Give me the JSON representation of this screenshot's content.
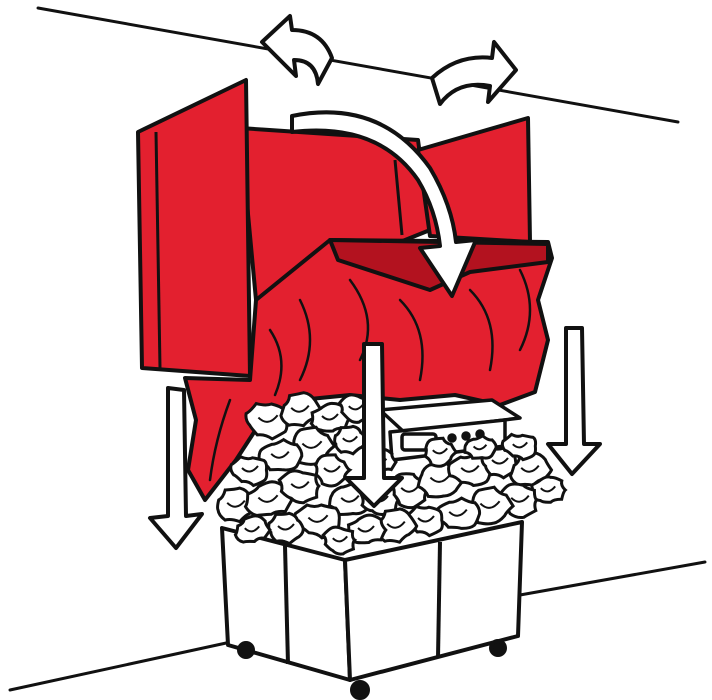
{
  "illustration": {
    "colors": {
      "fabric": "#e3202f",
      "fabric_shade": "#b3121f",
      "outline": "#111111",
      "paper": "#ffffff",
      "background": "#ffffff"
    },
    "parts": [
      {
        "name": "left-side-panel",
        "kind": "box-flap"
      },
      {
        "name": "back-panel",
        "kind": "box-flap"
      },
      {
        "name": "right-side-panel",
        "kind": "box-flap"
      },
      {
        "name": "draped-cloth",
        "kind": "fabric"
      },
      {
        "name": "crumpled-paper-padding",
        "kind": "packing"
      },
      {
        "name": "electronic-device",
        "kind": "item"
      },
      {
        "name": "shipping-cart",
        "kind": "container"
      }
    ],
    "arrows": [
      {
        "name": "rotate-left-arrow",
        "direction": "left"
      },
      {
        "name": "rotate-right-arrow",
        "direction": "right"
      },
      {
        "name": "fold-over-arrow",
        "direction": "curved-down"
      },
      {
        "name": "down-arrow-left",
        "direction": "down"
      },
      {
        "name": "down-arrow-center",
        "direction": "down"
      },
      {
        "name": "down-arrow-right",
        "direction": "down"
      }
    ]
  }
}
